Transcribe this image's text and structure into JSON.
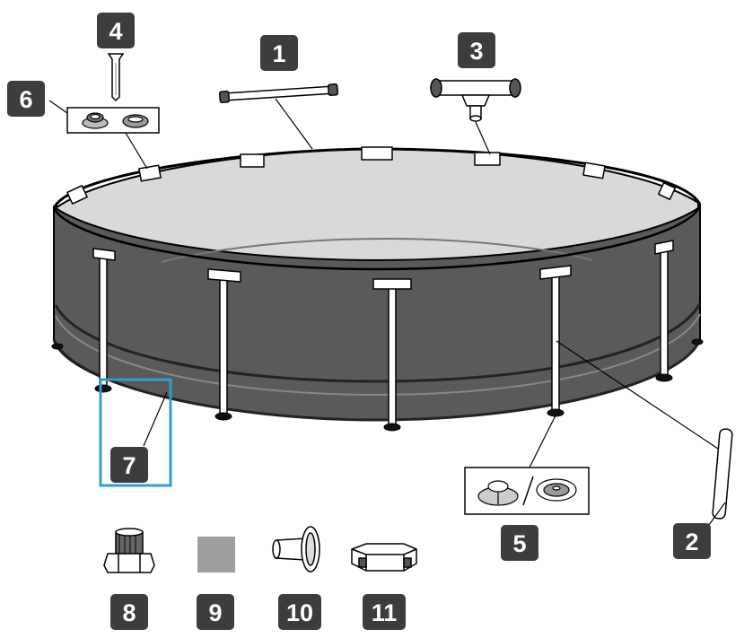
{
  "diagram": {
    "parts": [
      {
        "number": "1"
      },
      {
        "number": "2"
      },
      {
        "number": "3"
      },
      {
        "number": "4"
      },
      {
        "number": "5"
      },
      {
        "number": "6"
      },
      {
        "number": "7"
      },
      {
        "number": "8"
      },
      {
        "number": "9"
      },
      {
        "number": "10"
      },
      {
        "number": "11"
      }
    ],
    "colors": {
      "badge": "#3d3d3d",
      "highlight": "#2a9fd6",
      "pool_wall": "#5a5a5a",
      "pool_water": "#d9d9d9",
      "frame": "#ffffff",
      "patch": "#9e9e9e"
    },
    "icons": [
      "horizontal-beam",
      "vertical-leg",
      "t-joint",
      "joint-pin",
      "leg-cap",
      "leg-seal",
      "pool-liner",
      "strainer-connector",
      "repair-patch",
      "plunger-valve",
      "hose-cap"
    ]
  }
}
